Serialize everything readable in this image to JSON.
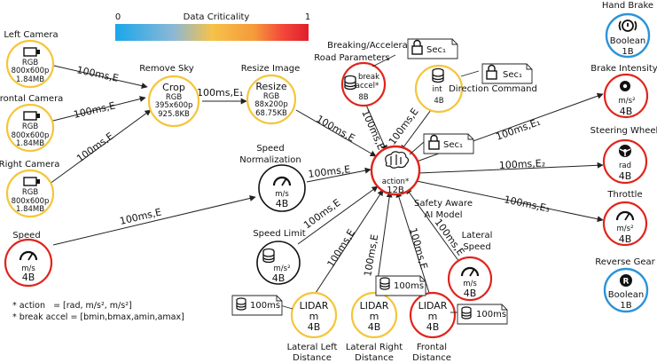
{
  "criticality": {
    "title": "Data Criticality",
    "min": "0",
    "max": "1"
  },
  "nodes": {
    "left_camera": {
      "label": "Left Camera",
      "l1": "RGB",
      "l2": "800x600p",
      "l3": "1.84MB"
    },
    "frontal_camera": {
      "label": "Frontal Camera",
      "l1": "RGB",
      "l2": "800x600p",
      "l3": "1.84MB"
    },
    "right_camera": {
      "label": "Right Camera",
      "l1": "RGB",
      "l2": "800x600p",
      "l3": "1.84MB"
    },
    "speed": {
      "label": "Speed",
      "unit": "m/s",
      "size": "4B"
    },
    "remove_sky": {
      "label": "Remove Sky",
      "l1": "Crop",
      "l2": "RGB",
      "l3": "395x600p",
      "l4": "925.8KB"
    },
    "resize_image": {
      "label": "Resize Image",
      "l1": "Resize",
      "l2": "RGB",
      "l3": "88x200p",
      "l4": "68.75KB"
    },
    "speed_norm": {
      "label1": "Speed",
      "label2": "Normalization",
      "unit": "m/s",
      "size": "4B"
    },
    "speed_limit": {
      "label": "Speed Limit",
      "unit": "m/s²",
      "size": "4B"
    },
    "break_params": {
      "label1": "Breaking/Acceleration",
      "label2": "Road Parameters",
      "l1": "break",
      "l2": "accel*",
      "size": "8B"
    },
    "direction": {
      "label": "Direction Command",
      "l1": "int",
      "size": "4B"
    },
    "action": {
      "l1": "action*",
      "l2": "12B",
      "label1": "Safety Aware",
      "label2": "AI Model"
    },
    "lidar_left": {
      "label1": "Lateral Left",
      "label2": "Distance",
      "l1": "LIDAR",
      "l2": "m",
      "size": "4B"
    },
    "lidar_right": {
      "label1": "Lateral Right",
      "label2": "Distance",
      "l1": "LIDAR",
      "l2": "m",
      "size": "4B"
    },
    "lidar_front": {
      "label1": "Frontal",
      "label2": "Distance",
      "l1": "LIDAR",
      "l2": "m",
      "size": "4B"
    },
    "lateral_speed": {
      "label1": "Lateral",
      "label2": "Speed",
      "unit": "m/s",
      "size": "4B"
    },
    "hand_brake": {
      "label": "Hand Brake",
      "l1": "Boolean",
      "size": "1B"
    },
    "brake_intensity": {
      "label": "Brake Intensity",
      "unit": "m/s²",
      "size": "4B"
    },
    "steering_wheel": {
      "label": "Steering Wheel",
      "unit": "rad",
      "size": "4B"
    },
    "throttle": {
      "label": "Throttle",
      "unit": "m/s²",
      "size": "4B"
    },
    "reverse_gear": {
      "label": "Reverse Gear",
      "l1": "Boolean",
      "size": "1B"
    }
  },
  "edges": {
    "e_left": "100ms,E",
    "e_front": "100ms,E",
    "e_right": "100ms,E",
    "e_crop": "100ms,E₁",
    "e_resize": "100ms,E",
    "e_speed": "100ms,E",
    "e_norm": "100ms,E",
    "e_limit": "100ms,E",
    "e_break": "100ms,E",
    "e_dir": "100ms,E",
    "e_ll": "100ms,E",
    "e_lr": "100ms,E",
    "e_fr": "100ms,E",
    "e_lat": "100ms,E",
    "e_brake": "100ms,E₁",
    "e_steer": "100ms,E₂",
    "e_throttle": "100ms,E₃"
  },
  "tags": {
    "sec1": "Sec₁",
    "sec2": "Sec₁",
    "sec3": "Sec₁",
    "ms1": "100ms",
    "ms2": "100ms",
    "ms3": "100ms"
  },
  "footnotes": {
    "action": "* action   = [rad, m/s², m/s²]",
    "break": "* break accel = [bmin,bmax,amin,amax]"
  },
  "colors": {
    "red": "#e0241b",
    "yellow": "#f5c53a",
    "blue": "#2b93d9",
    "edge": "#222222"
  }
}
